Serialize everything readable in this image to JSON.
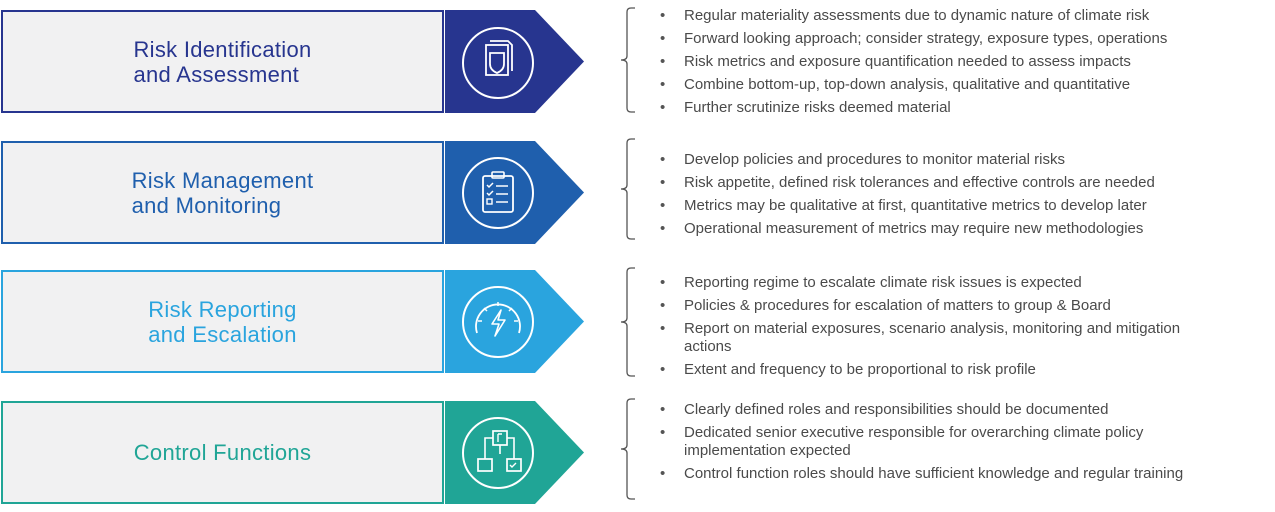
{
  "rows": [
    {
      "title": "Risk Identification\nand Assessment",
      "color": "#27358f",
      "icon": "document-shield-icon",
      "bullets": [
        "Regular materiality assessments due to dynamic nature of climate risk",
        "Forward looking approach; consider strategy, exposure types, operations",
        "Risk metrics and exposure quantification needed to assess impacts",
        "Combine bottom-up, top-down analysis, qualitative and quantitative",
        "Further scrutinize risks deemed material"
      ]
    },
    {
      "title": "Risk Management\nand Monitoring",
      "color": "#1f5fad",
      "icon": "clipboard-checklist-icon",
      "bullets": [
        "Develop policies and procedures to monitor material risks",
        "Risk appetite, defined risk tolerances and effective controls are needed",
        "Metrics may be qualitative at first, quantitative metrics to develop later",
        "Operational measurement of metrics may require new methodologies"
      ]
    },
    {
      "title": "Risk Reporting\nand Escalation",
      "color": "#2aa4de",
      "icon": "gauge-lightning-icon",
      "bullets": [
        "Reporting regime to escalate climate risk issues is expected",
        "Policies & procedures for escalation of matters to group & Board",
        "Report on material exposures, scenario analysis, monitoring and mitigation actions",
        "Extent and frequency to be proportional to risk profile"
      ]
    },
    {
      "title": "Control Functions",
      "color": "#20a596",
      "icon": "flowchart-icon",
      "bullets": [
        "Clearly defined roles and responsibilities should be documented",
        "Dedicated senior executive responsible for overarching climate policy implementation expected",
        "Control function roles should have sufficient knowledge and regular training"
      ]
    }
  ]
}
